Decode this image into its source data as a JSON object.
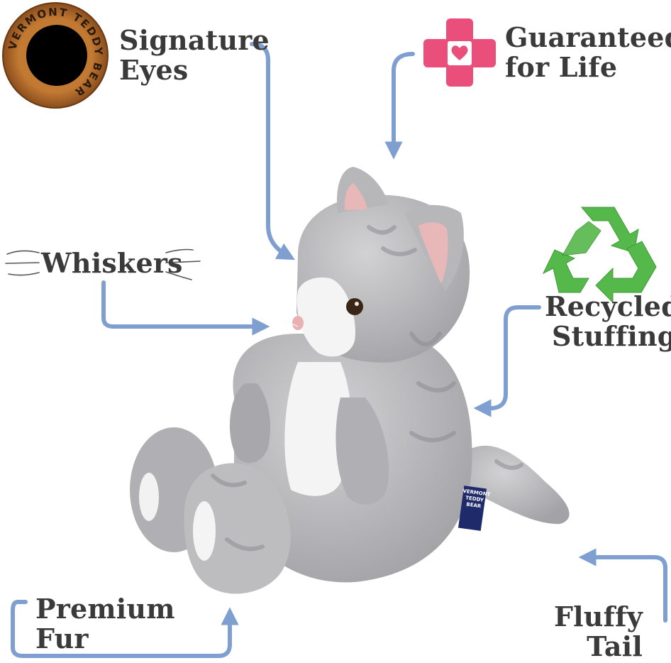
{
  "brand_badge": {
    "ring_text": "VERMONT TEDDY BEAR",
    "ring_color": "#b8702e",
    "center_color": "#000000"
  },
  "features": {
    "signature_eyes": [
      "Signature",
      "Eyes"
    ],
    "guaranteed": [
      "Guaranteed",
      "for Life"
    ],
    "whiskers": "Whiskers",
    "recycled": [
      "Recycled",
      "Stuffing"
    ],
    "premium_fur": [
      "Premium",
      "Fur"
    ],
    "fluffy_tail": [
      "Fluffy",
      "Tail"
    ]
  },
  "product_tag": {
    "line1": "VERMONT",
    "line2": "TEDDY BEAR",
    "color": "#1f2a6b"
  },
  "icons": {
    "guarantee": "medical-cross-heart-icon",
    "recycle": "recycle-icon",
    "arrows": "curved-arrow-icon"
  },
  "colors": {
    "arrow": "#7e9fd0",
    "text": "#3a3a3a",
    "cross": "#ea4f7b",
    "recycle": "#55b84a",
    "fur": "#b5b5b8",
    "white_fur": "#f4f4f4"
  }
}
